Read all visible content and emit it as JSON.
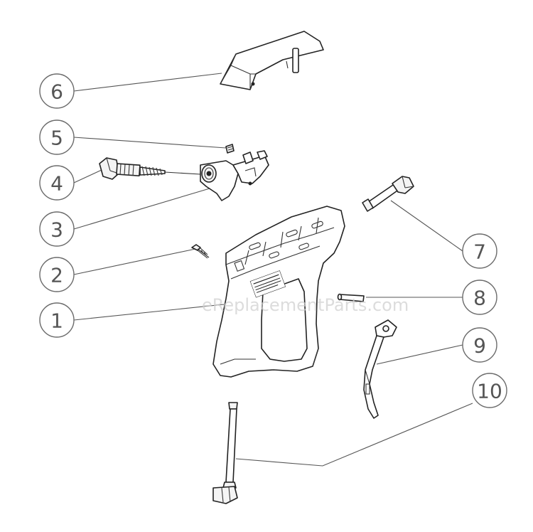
{
  "watermark": "eReplacementParts.com",
  "callouts": [
    {
      "label": "6"
    },
    {
      "label": "5"
    },
    {
      "label": "4"
    },
    {
      "label": "3"
    },
    {
      "label": "2"
    },
    {
      "label": "1"
    },
    {
      "label": "7"
    },
    {
      "label": "8"
    },
    {
      "label": "9"
    },
    {
      "label": "10"
    }
  ]
}
